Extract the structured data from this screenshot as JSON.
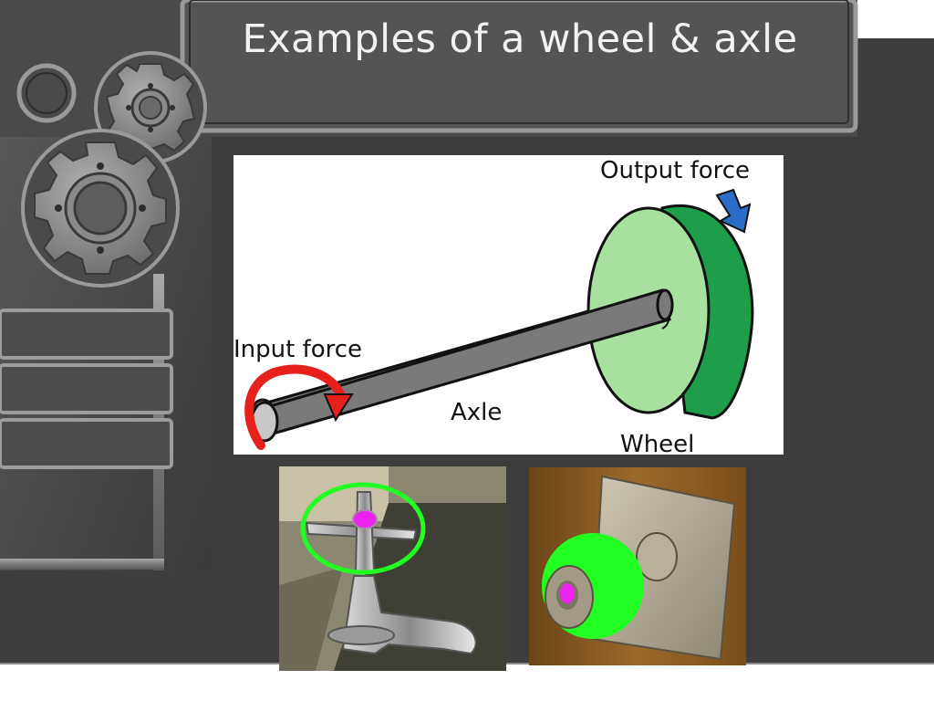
{
  "slide": {
    "title": "Examples of a wheel & axle"
  },
  "diagram": {
    "labels": {
      "output_force": "Output force",
      "input_force": "Input force",
      "axle": "Axle",
      "wheel": "Wheel"
    }
  },
  "photos": {
    "faucet": {},
    "door_knob": {}
  },
  "colors": {
    "slide_background": "#3d3d3d",
    "frame_metal": "#8c8c8c",
    "wheel_face": "#a8e0a0",
    "wheel_rim": "#1e9e4a",
    "axle": "#7a7a7a",
    "input_arrow": "#e8201c",
    "output_arrow": "#2a6cc8",
    "highlight_green": "#22ff22",
    "highlight_magenta": "#ee22ee"
  }
}
